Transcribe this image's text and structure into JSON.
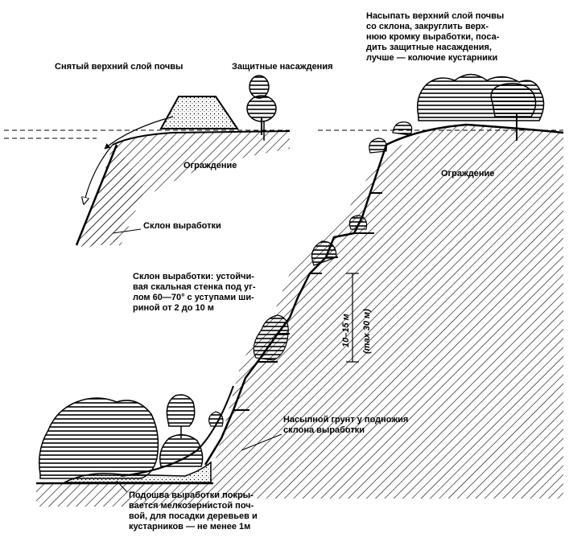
{
  "labels": {
    "removed_topsoil": "Снятый верхний слой почвы",
    "protective_plantings": "Защитные насаждения",
    "fence_left": "Ограждение",
    "slope_left": "Склон выработки",
    "top_right_note": "Насыпать верхний слой почвы\nсо склона, закруглить верх-\nнюю кромку выработки, поса-\nдить защитные насаждения,\nлучше — колючие кустарники",
    "fence_right": "Ограждение",
    "slope_note": "Склон выработки: устойчи-\nвая скальная стенка под уг-\nлом 60—70° с уступами ши-\nриной от 2 до 10 м",
    "height_dim": "10–15 м",
    "height_max": "(max 30 м)",
    "fill_soil": "Насыпной грунт у подножия\nсклона выработки",
    "bottom_note": "Подошва выработки покры-\nвается мелкозернистой поч-\nвой, для посадки деревьев и\nкустарников — не менее 1м"
  }
}
